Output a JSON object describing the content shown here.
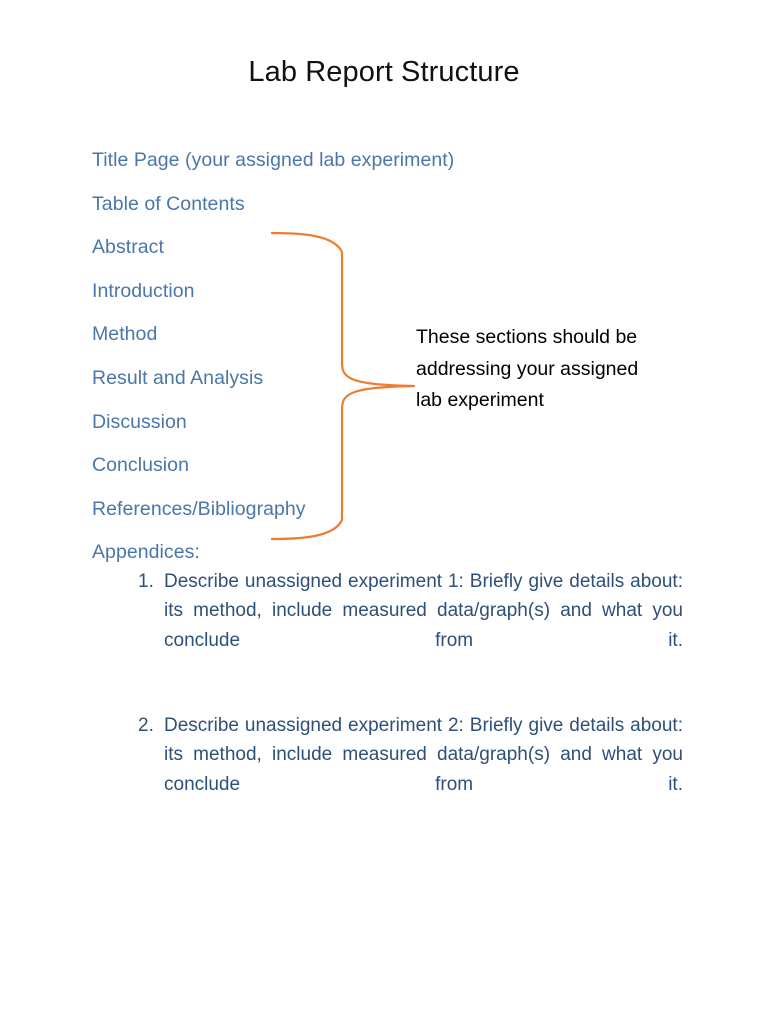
{
  "document": {
    "title": "Lab Report Structure",
    "background_color": "#FFFFFF"
  },
  "colors": {
    "title_text": "#111111",
    "section_blue": "#4A76A8",
    "appendix_blue": "#2E5077",
    "brace_orange": "#ED7D31",
    "callout_text": "#000000"
  },
  "sections": {
    "items": [
      {
        "label": "Title Page (your assigned lab experiment)"
      },
      {
        "label": "Table of Contents"
      },
      {
        "label": "Abstract"
      },
      {
        "label": "Introduction"
      },
      {
        "label": "Method"
      },
      {
        "label": "Result and Analysis"
      },
      {
        "label": "Discussion"
      },
      {
        "label": "Conclusion"
      },
      {
        "label": "References/Bibliography"
      },
      {
        "label": "Appendices:"
      }
    ]
  },
  "callout": {
    "lines": [
      "These sections should be",
      "addressing your assigned",
      "lab experiment"
    ],
    "full_text": "These sections should be addressing your assigned lab experiment",
    "brace_covers_from": "Abstract",
    "brace_covers_to": "References/Bibliography"
  },
  "appendices": {
    "items": [
      {
        "number": "1.",
        "text": "Describe unassigned experiment 1: Briefly give details about: its method, include measured data/graph(s) and what you conclude from it."
      },
      {
        "number": "2.",
        "text": "Describe unassigned experiment 2: Briefly give details about: its method, include measured data/graph(s) and what you conclude from it."
      }
    ]
  }
}
